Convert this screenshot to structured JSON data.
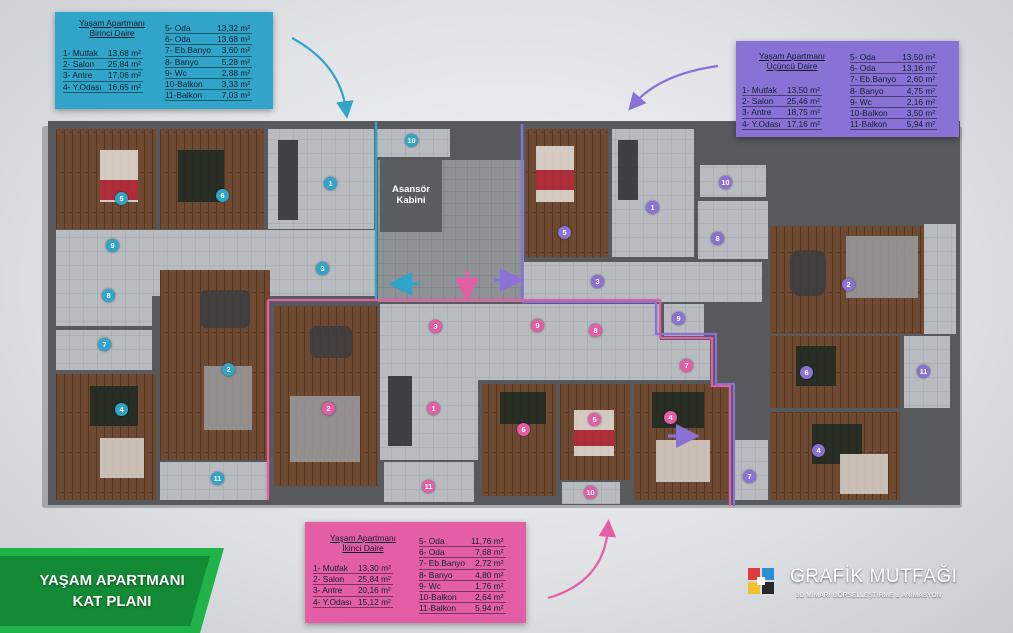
{
  "colors": {
    "apt1": "#31a5c9",
    "apt2": "#e45ea5",
    "apt3": "#8a71d6",
    "banner": "#1fb34a",
    "floor_wood": "#6b4630",
    "floor_tile": "#b9bcc0",
    "wall": "#5e6064"
  },
  "apartments": [
    {
      "id": "apt1",
      "title_line1": "Yaşam Apartmanı",
      "title_line2": "Birinci Daire",
      "left_rooms": [
        {
          "label": "1- Mutfak",
          "value": "13,68 m²"
        },
        {
          "label": "2- Salon",
          "value": "25,84 m²"
        },
        {
          "label": "3- Antre",
          "value": "17,06 m²"
        },
        {
          "label": "4- Y.Odası",
          "value": "16,65 m²"
        }
      ],
      "right_rooms": [
        {
          "label": "5- Oda",
          "value": "13,32 m²"
        },
        {
          "label": "6- Oda",
          "value": "13,68 m²"
        },
        {
          "label": "7- Eb.Banyo",
          "value": "3,60 m²"
        },
        {
          "label": "8- Banyo",
          "value": "5,28 m²"
        },
        {
          "label": "9- Wc",
          "value": "2,88 m²"
        },
        {
          "label": "10-Balkon",
          "value": "3,33 m²"
        },
        {
          "label": "11-Balkon",
          "value": "7,03 m²"
        }
      ]
    },
    {
      "id": "apt2",
      "title_line1": "Yaşam Apartmanı",
      "title_line2": "İkinci Daire",
      "left_rooms": [
        {
          "label": "1- Mutfak",
          "value": "13,30 m²"
        },
        {
          "label": "2- Salon",
          "value": "25,84 m²"
        },
        {
          "label": "3- Antre",
          "value": "20,16 m²"
        },
        {
          "label": "4- Y.Odası",
          "value": "15,12 m²"
        }
      ],
      "right_rooms": [
        {
          "label": "5- Oda",
          "value": "11,76 m²"
        },
        {
          "label": "6- Oda",
          "value": "7,68 m²"
        },
        {
          "label": "7- Eb.Banyo",
          "value": "2,72 m²"
        },
        {
          "label": "8- Banyo",
          "value": "4,80 m²"
        },
        {
          "label": "9- Wc",
          "value": "1,76 m²"
        },
        {
          "label": "10-Balkon",
          "value": "2,64 m²"
        },
        {
          "label": "11-Balkon",
          "value": "5,94 m²"
        }
      ]
    },
    {
      "id": "apt3",
      "title_line1": "Yaşam Apartmanı",
      "title_line2": "Üçüncü Daire",
      "left_rooms": [
        {
          "label": "1- Mutfak",
          "value": "13,50 m²"
        },
        {
          "label": "2- Salon",
          "value": "25,46 m²"
        },
        {
          "label": "3- Antre",
          "value": "18,75 m²"
        },
        {
          "label": "4- Y.Odası",
          "value": "17,16 m²"
        }
      ],
      "right_rooms": [
        {
          "label": "5- Oda",
          "value": "13,50 m²"
        },
        {
          "label": "6- Oda",
          "value": "13,16 m²"
        },
        {
          "label": "7- Eb.Banyo",
          "value": "2,60 m²"
        },
        {
          "label": "8- Banyo",
          "value": "4,75 m²"
        },
        {
          "label": "9- Wc",
          "value": "2,16 m²"
        },
        {
          "label": "10-Balkon",
          "value": "3,50 m²"
        },
        {
          "label": "11-Balkon",
          "value": "5,94 m²"
        }
      ]
    }
  ],
  "elevator": {
    "line1": "Asansör",
    "line2": "Kabini"
  },
  "banner": {
    "line1": "YAŞAM APARTMANI",
    "line2": "KAT PLANI"
  },
  "logo": {
    "name": "GRAFİK MUTFAĞI",
    "tagline": "3D MİMARİ GÖRSELLEŞTİRME & ANİMASYON"
  },
  "room_markers": {
    "apt1": [
      "1",
      "2",
      "3",
      "4",
      "5",
      "6",
      "7",
      "8",
      "9",
      "10",
      "11"
    ],
    "apt2": [
      "1",
      "2",
      "3",
      "4",
      "5",
      "6",
      "7",
      "8",
      "9",
      "10",
      "11"
    ],
    "apt3": [
      "1",
      "2",
      "3",
      "4",
      "5",
      "6",
      "7",
      "8",
      "9",
      "10",
      "11"
    ]
  }
}
